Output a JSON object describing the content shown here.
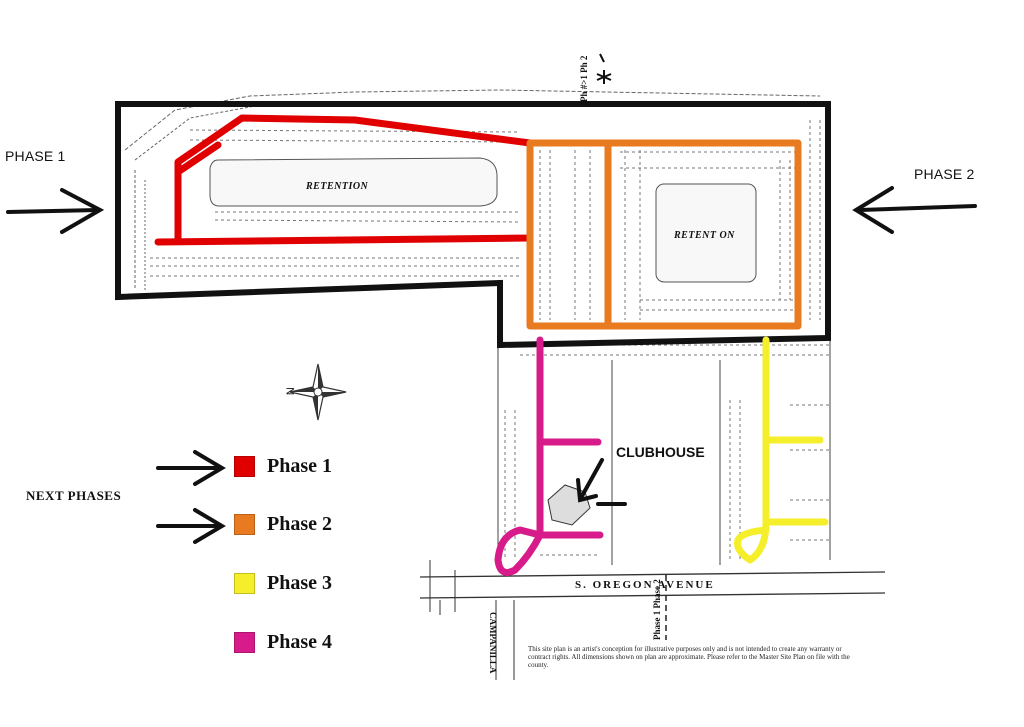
{
  "labels": {
    "phase1_arrow": "PHASE 1",
    "phase2_arrow": "PHASE 2",
    "next_phases": "NEXT PHASES",
    "clubhouse": "CLUBHOUSE",
    "retention_left": "RETENTION",
    "retention_right": "RETENT ON",
    "street": "S. OREGON AVENUE",
    "phase_marker_top": "Ph #>1  Ph 2",
    "phase_marker_bottom": "Phase 1  Phase 2",
    "cross_street": "CAMPANILLA",
    "north_symbol": "N"
  },
  "legend": [
    {
      "label": "Phase 1",
      "color": "#e00000"
    },
    {
      "label": "Phase 2",
      "color": "#e87a20"
    },
    {
      "label": "Phase 3",
      "color": "#f4ef2a"
    },
    {
      "label": "Phase 4",
      "color": "#d81b8a"
    }
  ],
  "note": {
    "text": "This site plan is an artist's conception for illustrative purposes only and is not intended to create any warranty or contract rights. All dimensions shown on plan are approximate. Please refer to the Master Site Plan on file with the county."
  },
  "colors": {
    "phase1": "#e00000",
    "phase2": "#e87a20",
    "phase3": "#f4ef2a",
    "phase4": "#d81b8a",
    "boundary": "#111111"
  }
}
